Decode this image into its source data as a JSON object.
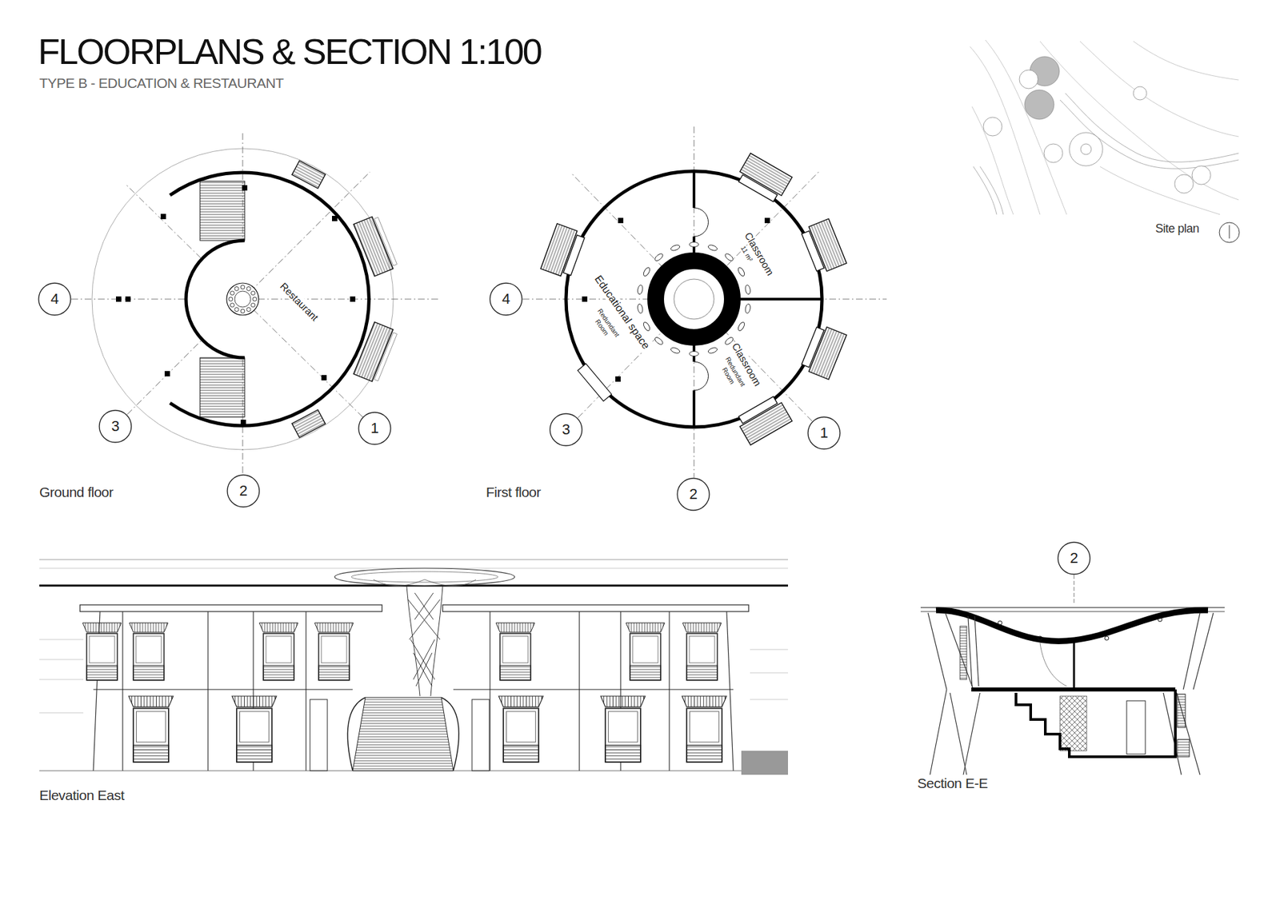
{
  "diagram": {
    "title": "FLOORPLANS & SECTION 1:100",
    "nodes": [
      {
        "text": [
          "4"
        ]
      },
      {
        "text": [
          "3"
        ]
      },
      {
        "text": [
          "1"
        ]
      },
      {
        "text": [
          "2"
        ]
      },
      {
        "text": [
          "4"
        ]
      },
      {
        "text": [
          "3"
        ]
      },
      {
        "text": [
          "1"
        ]
      },
      {
        "text": [
          "2"
        ]
      },
      {
        "text": [
          "2"
        ]
      }
    ],
    "labels": [
      "TYPE B - EDUCATION & RESTAURANT",
      "Restaurant",
      "Ground floor",
      "Classroom",
      "11 m²",
      "Educational space",
      "Redundant Room",
      "Classroom",
      "Redundant Room",
      "First floor",
      "Elevation East",
      "Section E-E",
      "Site plan"
    ]
  }
}
